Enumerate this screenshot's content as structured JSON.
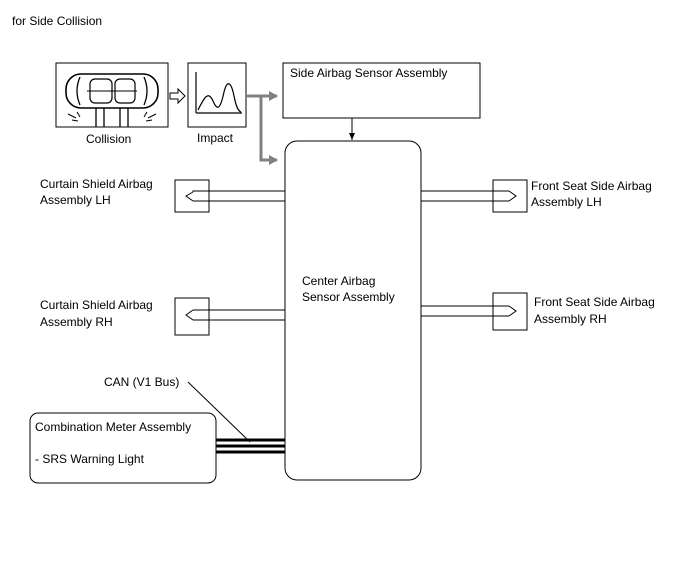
{
  "header": {
    "title": "for Side Collision"
  },
  "inputs": {
    "collision_label": "Collision",
    "impact_label": "Impact"
  },
  "side_sensor": {
    "label": "Side Airbag Sensor Assembly"
  },
  "center_sensor": {
    "line1": "Center Airbag",
    "line2": "Sensor Assembly"
  },
  "curtain_lh": {
    "line1": "Curtain Shield Airbag",
    "line2": "Assembly LH"
  },
  "curtain_rh": {
    "line1": "Curtain Shield Airbag",
    "line2": "Assembly RH"
  },
  "front_lh": {
    "line1": "Front Seat Side Airbag",
    "line2": "Assembly LH"
  },
  "front_rh": {
    "line1": "Front Seat Side Airbag",
    "line2": "Assembly RH"
  },
  "can_bus": {
    "label": "CAN (V1 Bus)"
  },
  "combination_meter": {
    "line1": "Combination Meter Assembly",
    "line2": "- SRS Warning Light"
  },
  "colors": {
    "line": "#000000",
    "signal_arrow": "#808080",
    "background": "#ffffff"
  }
}
